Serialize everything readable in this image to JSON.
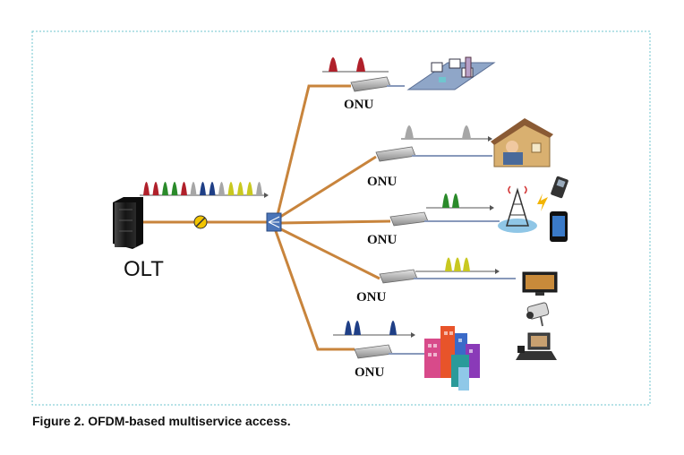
{
  "olt_label": "OLT",
  "onu_label": "ONU",
  "caption": "Figure 2. OFDM-based multiservice access.",
  "colors": {
    "fiber": "#c8843c",
    "frame": "#6fc6cf",
    "red_subcarrier": "#b0202a",
    "gray_subcarrier": "#a6a6a6",
    "green_subcarrier": "#2a8a2a",
    "blue_subcarrier": "#1f3f86",
    "yellow_subcarrier": "#c8c820"
  },
  "olt_spectrum": [
    "red",
    "red",
    "green",
    "green",
    "red",
    "gray",
    "blue",
    "blue",
    "gray",
    "yellow",
    "yellow",
    "yellow",
    "gray"
  ],
  "branches": [
    {
      "service": "enterprise-network",
      "spectrum_color": "red",
      "spectrum_count": 2
    },
    {
      "service": "residential-home",
      "spectrum_color": "gray",
      "spectrum_count": 2
    },
    {
      "service": "mobile-backhaul",
      "spectrum_color": "green",
      "spectrum_count": 2
    },
    {
      "service": "video-surveillance-telephony",
      "spectrum_color": "yellow",
      "spectrum_count": 3
    },
    {
      "service": "business-buildings",
      "spectrum_color": "blue",
      "spectrum_count": 3
    }
  ],
  "icons": [
    "olt-rack-icon",
    "fiber-connector-icon",
    "optical-splitter-icon",
    "onu-device-icon",
    "computer-network-icon",
    "house-icon",
    "cell-tower-icon",
    "mobile-phone-icon",
    "smartphone-icon",
    "tv-monitor-icon",
    "security-camera-icon",
    "video-phone-icon",
    "office-buildings-icon"
  ]
}
